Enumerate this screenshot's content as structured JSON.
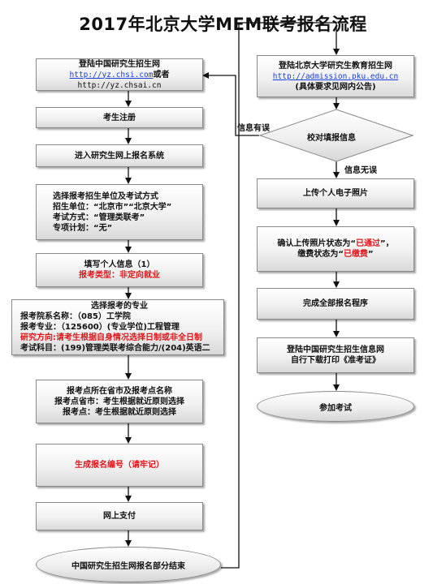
{
  "title": "2017年北京大学MEM联考报名流程",
  "left": {
    "login": {
      "line1": "登陆中国研究生招生网",
      "url1": "http://yz.chsi.com",
      "or": "或者",
      "url2": "http://yz.chsai.cn"
    },
    "register": "考生注册",
    "enter_system": "进入研究生网上报名系统",
    "choose_unit": {
      "line1": "选择报考招生单位及考试方式",
      "line2": "招生单位：“北京市”“北京大学”",
      "line3": "考试方式：“管理类联考”",
      "line4": "专项计划：“无”"
    },
    "personal_info": {
      "line1": "填写个人信息（1）",
      "line2": "报考类型：非定向就业"
    },
    "major": {
      "line1": "选择报考的专业",
      "line2": "报考院系名称：（085）工学院",
      "line3": "报考专业：（125600）(专业学位)工程管理",
      "line4": "研究方向:请考生根据自身情况选择日制或非全日制",
      "line5": "考试科目：(199)管理类联考综合能力/(204)英语二"
    },
    "exam_site": {
      "line1": "报考点所在省市及报考点名称",
      "line2": "报考点省市：考生根据就近原则选择",
      "line3": "报考点：考生根据就近原则选择"
    },
    "generate_id": "生成报名编号（请牢记）",
    "pay": "网上支付",
    "end": "中国研究生招生网报名部分结束"
  },
  "right": {
    "pku_login": {
      "line1": "登陆北京大学研究生教育招生网",
      "url": "http://admission.pku.edu.cn",
      "line3": "(具体要求见网内公告)"
    },
    "verify": "校对填报信息",
    "label_error": "信息有误",
    "label_ok": "信息无误",
    "upload_photo": "上传个人电子照片",
    "confirm": {
      "line1_a": "确认上传照片状态为“",
      "line1_b": "已通过",
      "line1_c": "”，",
      "line2_a": "缴费状态为“",
      "line2_b": "已缴费",
      "line2_c": "”"
    },
    "complete": "完成全部报名程序",
    "download": {
      "line1": "登陆中国研究生招生信息网",
      "line2": "自行下载打印《准考证》"
    },
    "attend": "参加考试"
  },
  "colors": {
    "highlight_red": "#e0161b",
    "link_blue": "#1a3fd6",
    "box_border": "#8a8a8a"
  }
}
